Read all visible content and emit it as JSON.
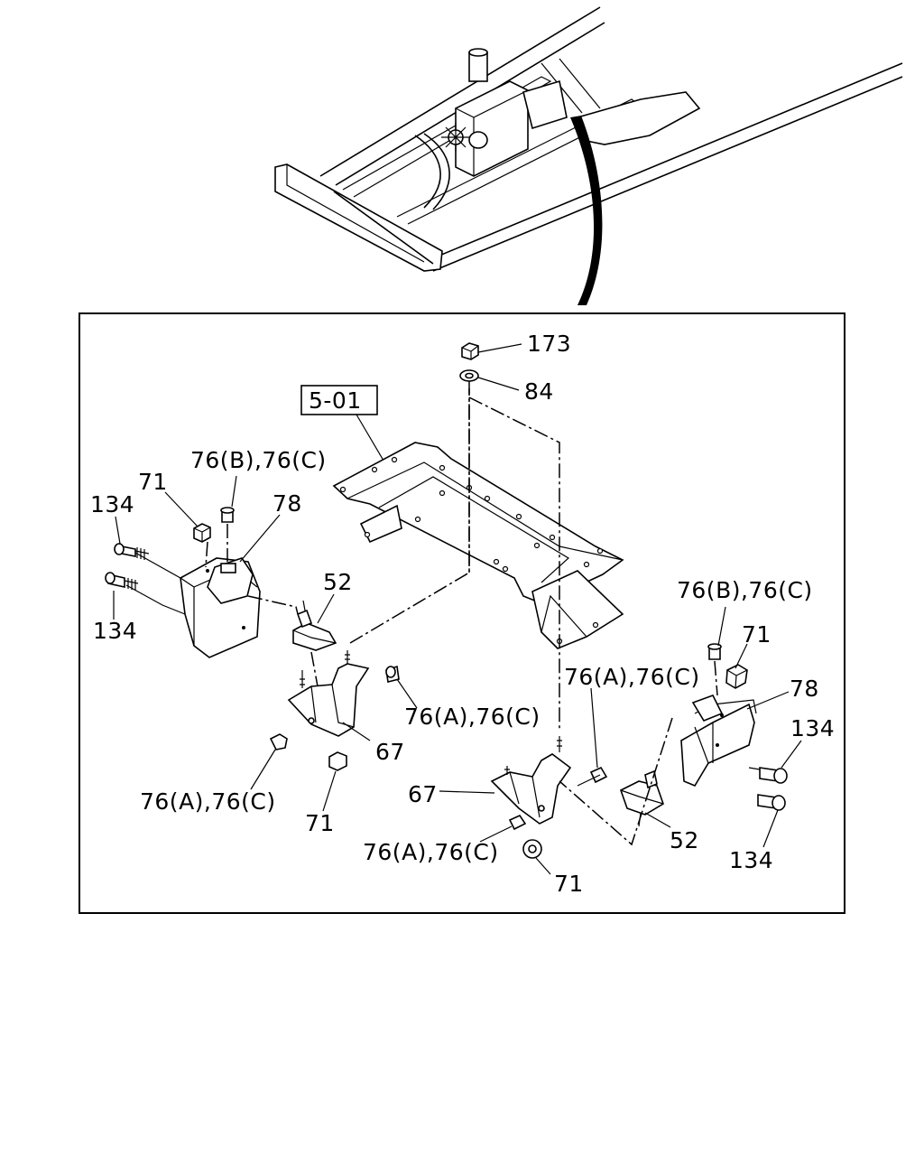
{
  "diagram": {
    "ref_box": "5-01",
    "callouts": [
      {
        "id": "c173",
        "text": "173"
      },
      {
        "id": "c84",
        "text": "84"
      },
      {
        "id": "c76bc_left",
        "text": "76(B),76(C)"
      },
      {
        "id": "c71_left_top",
        "text": "71"
      },
      {
        "id": "c134_left_top",
        "text": "134"
      },
      {
        "id": "c78_left",
        "text": "78"
      },
      {
        "id": "c52_left",
        "text": "52"
      },
      {
        "id": "c134_left_bottom",
        "text": "134"
      },
      {
        "id": "c76ac_mid",
        "text": "76(A),76(C)"
      },
      {
        "id": "c67_left",
        "text": "67"
      },
      {
        "id": "c76ac_left_bottom",
        "text": "76(A),76(C)"
      },
      {
        "id": "c71_left_bottom",
        "text": "71"
      },
      {
        "id": "c76bc_right",
        "text": "76(B),76(C)"
      },
      {
        "id": "c71_right_top",
        "text": "71"
      },
      {
        "id": "c76ac_right_top",
        "text": "76(A),76(C)"
      },
      {
        "id": "c78_right",
        "text": "78"
      },
      {
        "id": "c134_right_top",
        "text": "134"
      },
      {
        "id": "c67_right",
        "text": "67"
      },
      {
        "id": "c52_right",
        "text": "52"
      },
      {
        "id": "c76ac_right_bottom",
        "text": "76(A),76(C)"
      },
      {
        "id": "c134_right_bottom",
        "text": "134"
      },
      {
        "id": "c71_right_bottom",
        "text": "71"
      }
    ]
  }
}
